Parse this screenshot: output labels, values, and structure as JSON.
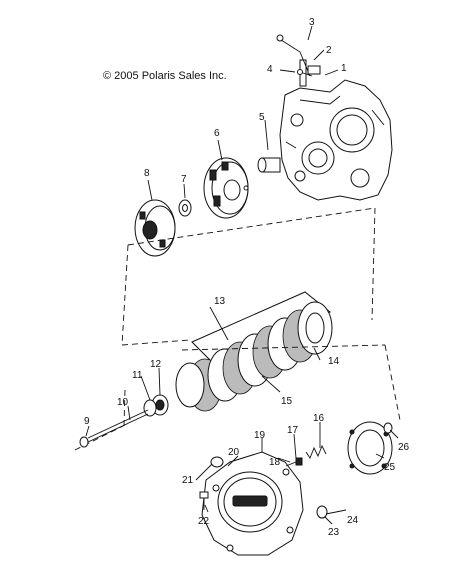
{
  "copyright": "© 2005 Polaris Sales Inc.",
  "callouts": [
    {
      "id": "c1",
      "label": "1"
    },
    {
      "id": "c2",
      "label": "2"
    },
    {
      "id": "c3",
      "label": "3"
    },
    {
      "id": "c4",
      "label": "4"
    },
    {
      "id": "c5",
      "label": "5"
    },
    {
      "id": "c6",
      "label": "6"
    },
    {
      "id": "c7",
      "label": "7"
    },
    {
      "id": "c8",
      "label": "8"
    },
    {
      "id": "c9",
      "label": "9"
    },
    {
      "id": "c10",
      "label": "10"
    },
    {
      "id": "c11",
      "label": "11"
    },
    {
      "id": "c12",
      "label": "12"
    },
    {
      "id": "c13",
      "label": "13"
    },
    {
      "id": "c14",
      "label": "14"
    },
    {
      "id": "c15",
      "label": "15"
    },
    {
      "id": "c16",
      "label": "16"
    },
    {
      "id": "c17",
      "label": "17"
    },
    {
      "id": "c18",
      "label": "18"
    },
    {
      "id": "c19",
      "label": "19"
    },
    {
      "id": "c20",
      "label": "20"
    },
    {
      "id": "c21",
      "label": "21"
    },
    {
      "id": "c22",
      "label": "22"
    },
    {
      "id": "c23",
      "label": "23"
    },
    {
      "id": "c24",
      "label": "24"
    },
    {
      "id": "c25",
      "label": "25"
    },
    {
      "id": "c26",
      "label": "26"
    }
  ]
}
